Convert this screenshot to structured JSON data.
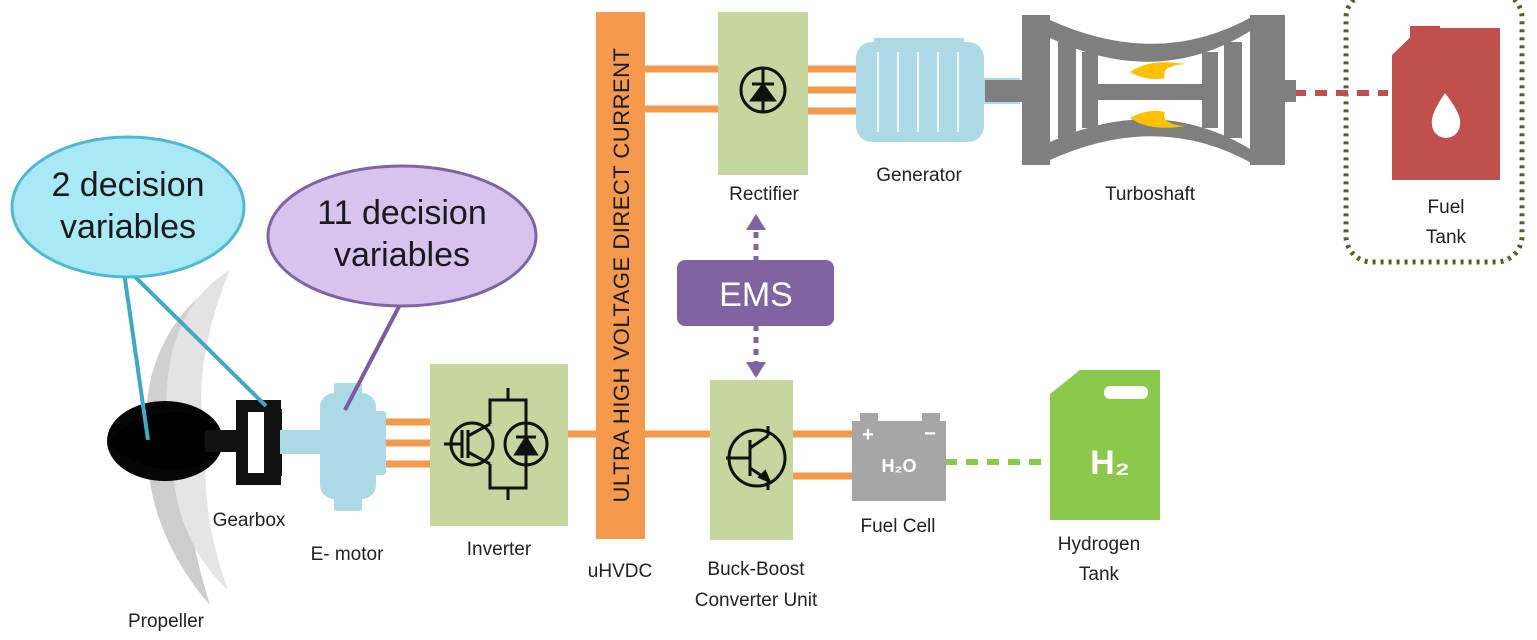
{
  "labels": {
    "propeller": "Propeller",
    "gearbox": "Gearbox",
    "emotor": "E- motor",
    "inverter": "Inverter",
    "uhvdc": "uHVDC",
    "uhvdc_bar": "ULTRA HIGH VOLTAGE DIRECT CURRENT",
    "buck_boost_1": "Buck-Boost",
    "buck_boost_2": "Converter Unit",
    "fuel_cell": "Fuel Cell",
    "h2o": "H₂O",
    "hydrogen_tank_1": "Hydrogen",
    "hydrogen_tank_2": "Tank",
    "h2": "H₂",
    "rectifier": "Rectifier",
    "generator": "Generator",
    "turboshaft": "Turboshaft",
    "fuel_tank_1": "Fuel",
    "fuel_tank_2": "Tank",
    "ems": "EMS",
    "plus": "+",
    "minus": "−"
  },
  "callouts": {
    "gearbox_vars_1": "2 decision",
    "gearbox_vars_2": "variables",
    "motor_vars_1": "11 decision",
    "motor_vars_2": "variables"
  },
  "colors": {
    "orange": "#F59A4C",
    "green_block": "#C5D79E",
    "light_blue": "#ACD9E6",
    "gray": "#7F7F7F",
    "purple": "#8064A2",
    "red": "#C0504D",
    "h2_green": "#8CC84B",
    "olive": "#4F6228",
    "callout_blue": "#A9E8F5",
    "callout_purple": "#D8C2EE"
  }
}
